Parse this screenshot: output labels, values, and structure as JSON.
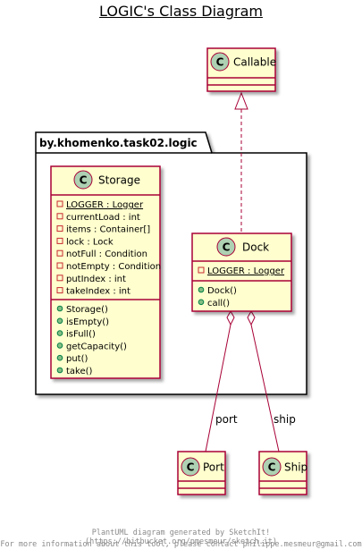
{
  "title": "LOGIC's Class Diagram",
  "package": {
    "name": "by.khomenko.task02.logic"
  },
  "classes": {
    "callable": {
      "stereotype": "C",
      "name": "Callable"
    },
    "storage": {
      "stereotype": "C",
      "name": "Storage",
      "fields": [
        {
          "visibility": "-",
          "text": "LOGGER : Logger",
          "static": true
        },
        {
          "visibility": "-",
          "text": "currentLoad : int"
        },
        {
          "visibility": "-",
          "text": "items : Container[]"
        },
        {
          "visibility": "-",
          "text": "lock : Lock"
        },
        {
          "visibility": "-",
          "text": "notFull : Condition"
        },
        {
          "visibility": "-",
          "text": "notEmpty : Condition"
        },
        {
          "visibility": "-",
          "text": "putIndex : int"
        },
        {
          "visibility": "-",
          "text": "takeIndex : int"
        }
      ],
      "methods": [
        {
          "visibility": "+",
          "text": "Storage()"
        },
        {
          "visibility": "+",
          "text": "isEmpty()"
        },
        {
          "visibility": "+",
          "text": "isFull()"
        },
        {
          "visibility": "+",
          "text": "getCapacity()"
        },
        {
          "visibility": "+",
          "text": "put()"
        },
        {
          "visibility": "+",
          "text": "take()"
        }
      ]
    },
    "dock": {
      "stereotype": "C",
      "name": "Dock",
      "fields": [
        {
          "visibility": "-",
          "text": "LOGGER : Logger",
          "static": true
        }
      ],
      "methods": [
        {
          "visibility": "+",
          "text": "Dock()"
        },
        {
          "visibility": "+",
          "text": "call()"
        }
      ]
    },
    "port": {
      "stereotype": "C",
      "name": "Port"
    },
    "ship": {
      "stereotype": "C",
      "name": "Ship"
    }
  },
  "relations": [
    {
      "from": "Dock",
      "to": "Callable",
      "kind": "realization"
    },
    {
      "from": "Dock",
      "to": "Port",
      "kind": "aggregation",
      "label": "port"
    },
    {
      "from": "Dock",
      "to": "Ship",
      "kind": "aggregation",
      "label": "ship"
    }
  ],
  "footer": {
    "line1": "PlantUML diagram generated by SketchIt! (https://bitbucket.org/pmesmeur/sketch.it)",
    "line2": "For more information about this tool, please contact philippe.mesmeur@gmail.com"
  },
  "colors": {
    "class_fill": "#FEFECE",
    "class_border": "#A80036",
    "class_badge": "#ADD1B2",
    "package_fill": "#ffffff",
    "package_border": "#000000",
    "line": "#A80036"
  }
}
